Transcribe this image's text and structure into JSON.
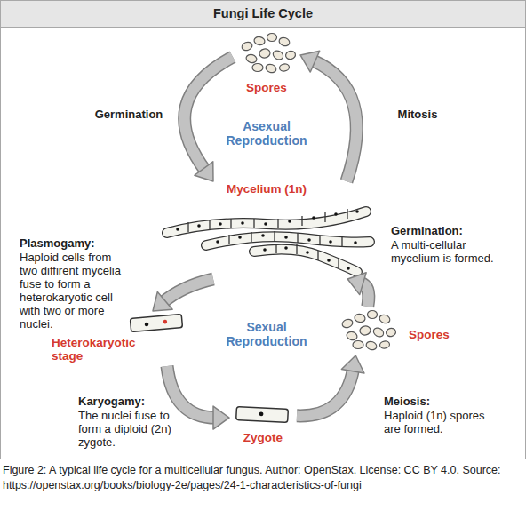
{
  "diagram": {
    "title": "Fungi Life Cycle",
    "caption": "Figure 2: A typical life cycle for a multicellular fungus. Author: OpenStax. License: CC BY 4.0. Source: https://openstax.org/books/biology-2e/pages/24-1-characteristics-of-fungi",
    "nodes": [
      {
        "text": [
          "Spores"
        ]
      },
      {
        "text": [
          "Mycelium (1n)"
        ]
      },
      {
        "text": [
          "Heterokaryotic stage"
        ]
      },
      {
        "text": [
          "Zygote"
        ]
      },
      {
        "text": [
          "Spores"
        ]
      }
    ],
    "edges": [
      {
        "from": 0,
        "to": 1,
        "label": "Germination",
        "arrow": "to"
      },
      {
        "from": 1,
        "to": 0,
        "label": "Mitosis",
        "arrow": "to"
      },
      {
        "from": 1,
        "to": 2,
        "arrow": "to"
      },
      {
        "from": 2,
        "to": 3,
        "arrow": "to"
      },
      {
        "from": 3,
        "to": 4,
        "arrow": "to"
      },
      {
        "from": 4,
        "to": 1,
        "arrow": "to"
      }
    ],
    "labels": [
      "Asexual Reproduction",
      "Plasmogamy:",
      "Haploid cells from two diffirent mycelia fuse to form a heterokaryotic cell with two or more nuclei.",
      "Germination:",
      "A multi-cellular mycelium is formed.",
      "Sexual Reproduction",
      "Karyogamy:",
      "The nuclei fuse to form a diploid (2n) zygote.",
      "Meiosis:",
      "Haploid (1n) spores are formed."
    ]
  }
}
